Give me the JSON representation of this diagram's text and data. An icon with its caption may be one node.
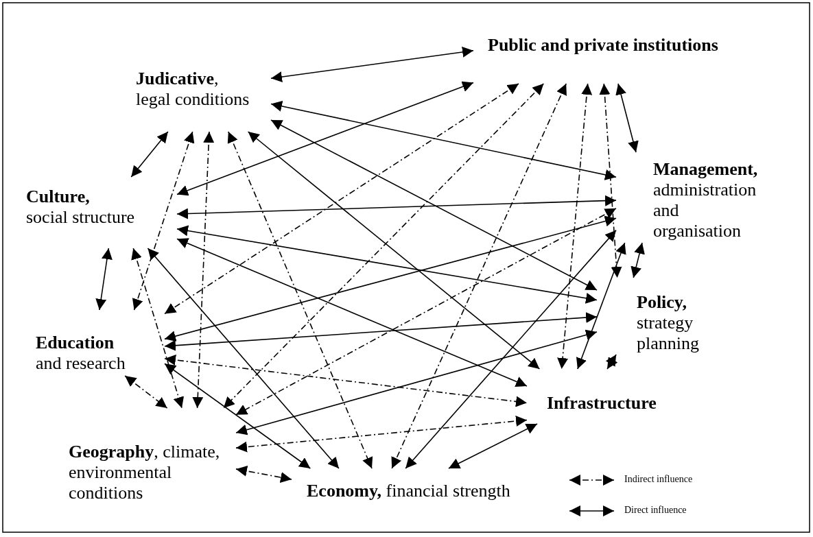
{
  "diagram": {
    "nodes": [
      {
        "text": [
          "Public and private institutions"
        ]
      },
      {
        "text": [
          "**Judicative**,",
          "legal conditions"
        ]
      },
      {
        "text": [
          "**Management,** administration and organisation"
        ]
      },
      {
        "text": [
          "**Culture,** social structure"
        ]
      },
      {
        "text": [
          "**Policy,** strategy planning"
        ]
      },
      {
        "text": [
          "**Education** and research"
        ]
      },
      {
        "text": [
          "Infrastructure"
        ]
      },
      {
        "text": [
          "**Geography**, climate, environmental conditions"
        ]
      },
      {
        "text": [
          "**Economy,** financial strength"
        ]
      }
    ],
    "edges": [
      {
        "from": 0,
        "to": 1,
        "arrow": "both"
      },
      {
        "from": 0,
        "to": 2,
        "arrow": "both"
      },
      {
        "from": 0,
        "to": 3,
        "arrow": "both"
      },
      {
        "from": 0,
        "to": 5,
        "arrow": "both",
        "style": "dashed"
      },
      {
        "from": 0,
        "to": 7,
        "arrow": "both",
        "style": "dashed"
      },
      {
        "from": 0,
        "to": 8,
        "arrow": "both",
        "style": "dashed"
      },
      {
        "from": 0,
        "to": 6,
        "arrow": "both",
        "style": "dashed"
      },
      {
        "from": 0,
        "to": 4,
        "arrow": "both",
        "style": "dashed"
      },
      {
        "from": 1,
        "to": 2,
        "arrow": "both"
      },
      {
        "from": 1,
        "to": 3,
        "arrow": "both"
      },
      {
        "from": 1,
        "to": 5,
        "arrow": "both",
        "style": "dashed"
      },
      {
        "from": 1,
        "to": 7,
        "arrow": "both",
        "style": "dashed"
      },
      {
        "from": 1,
        "to": 8,
        "arrow": "both",
        "style": "dashed"
      },
      {
        "from": 1,
        "to": 6,
        "arrow": "both"
      },
      {
        "from": 1,
        "to": 4,
        "arrow": "both"
      },
      {
        "from": 2,
        "to": 3,
        "arrow": "both"
      },
      {
        "from": 2,
        "to": 5,
        "arrow": "both"
      },
      {
        "from": 2,
        "to": 7,
        "arrow": "both",
        "style": "dashed"
      },
      {
        "from": 2,
        "to": 8,
        "arrow": "both"
      },
      {
        "from": 2,
        "to": 6,
        "arrow": "both"
      },
      {
        "from": 2,
        "to": 4,
        "arrow": "both"
      },
      {
        "from": 3,
        "to": 4,
        "arrow": "both"
      },
      {
        "from": 3,
        "to": 6,
        "arrow": "both"
      },
      {
        "from": 3,
        "to": 8,
        "arrow": "both"
      },
      {
        "from": 3,
        "to": 7,
        "arrow": "both",
        "style": "dashed"
      },
      {
        "from": 3,
        "to": 5,
        "arrow": "both"
      },
      {
        "from": 4,
        "to": 5,
        "arrow": "both"
      },
      {
        "from": 4,
        "to": 7,
        "arrow": "both"
      },
      {
        "from": 4,
        "to": 6,
        "arrow": "both"
      },
      {
        "from": 5,
        "to": 6,
        "arrow": "both",
        "style": "dashed"
      },
      {
        "from": 5,
        "to": 8,
        "arrow": "both"
      },
      {
        "from": 5,
        "to": 7,
        "arrow": "both",
        "style": "dashed"
      },
      {
        "from": 6,
        "to": 7,
        "arrow": "both",
        "style": "dashed"
      },
      {
        "from": 6,
        "to": 8,
        "arrow": "both"
      },
      {
        "from": 7,
        "to": 8,
        "arrow": "both",
        "style": "dashed"
      }
    ],
    "legend": [
      {
        "text": "Indirect influence"
      },
      {
        "text": "Direct influence"
      }
    ]
  }
}
